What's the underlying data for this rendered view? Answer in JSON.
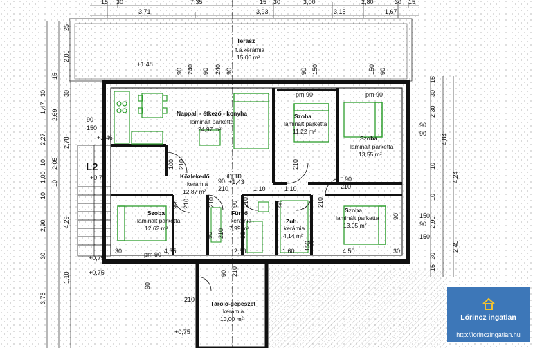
{
  "dimensions": {
    "top_row_1": [
      "15",
      "30",
      "7,35",
      "15",
      "30",
      "3,00",
      "2,80",
      "30",
      "15"
    ],
    "top_row_2": [
      "3,71",
      "3,93",
      "3,15",
      "1,67"
    ],
    "left": [
      "25",
      "2,05",
      "15",
      "30",
      "1,47",
      "2,69",
      "30",
      "2,27",
      "2,78",
      "10",
      "2,05",
      "1,00",
      "10",
      "10",
      "2,90",
      "4,29",
      "30",
      "1,10",
      "3,75"
    ],
    "right": [
      "15",
      "30",
      "2,30",
      "4,84",
      "10",
      "4,24",
      "10",
      "2,90",
      "2,45",
      "30",
      "15"
    ],
    "interior": [
      "90",
      "240",
      "90",
      "240",
      "90",
      "90",
      "150",
      "150",
      "90",
      "90",
      "150",
      "90",
      "pm 90",
      "pm 90",
      "90",
      "150",
      "150",
      "90",
      "90",
      "100",
      "210",
      "210",
      "90",
      "210",
      "1,50",
      "1,10",
      "1,10",
      "90",
      "210",
      "90",
      "210",
      "210",
      "90",
      "210",
      "90",
      "210",
      "90",
      "210",
      "90",
      "150",
      "75",
      "pm 90",
      "30",
      "4,35",
      "2,60",
      "1,60",
      "4,50",
      "30",
      "90",
      "210",
      "90",
      "210"
    ]
  },
  "levels": [
    "+1,48",
    "+1,46",
    "+1,50",
    "+0,75",
    "+0,75",
    "+0,75",
    "+1,43"
  ],
  "rooms": [
    {
      "name": "Terasz",
      "floor": "f.a.kerámia",
      "area": "15,00 m²"
    },
    {
      "name": "Nappali - étkező - konyha",
      "floor": "laminált parketta",
      "area": "24,97 m²"
    },
    {
      "name": "Szoba",
      "floor": "laminált parketta",
      "area": "11,22 m²"
    },
    {
      "name": "Szoba",
      "floor": "laminált parketta",
      "area": "13,55 m²"
    },
    {
      "name": "Közlekedő",
      "floor": "kerámia",
      "area": "12,87 m²"
    },
    {
      "name": "Szoba",
      "floor": "laminált parketta",
      "area": "12,62 m²"
    },
    {
      "name": "Fürdő",
      "floor": "kerámia",
      "area": "7,99 m²"
    },
    {
      "name": "Zuh.",
      "floor": "kerámia",
      "area": "4,14 m²"
    },
    {
      "name": "Szoba",
      "floor": "laminált parketta",
      "area": "13,05 m²"
    },
    {
      "name": "Tároló-gépészet",
      "floor": "kerámia",
      "area": "10,00 m²"
    }
  ],
  "stair_label": "L2",
  "stair_level": "+0,75",
  "watermark": {
    "brand": "Lőrincz ingatlan",
    "url": "http://lorinczingatlan.hu"
  },
  "colors": {
    "walls": "#111111",
    "furniture": "#2e9e2e",
    "logo_bg": "#3d77b8"
  }
}
